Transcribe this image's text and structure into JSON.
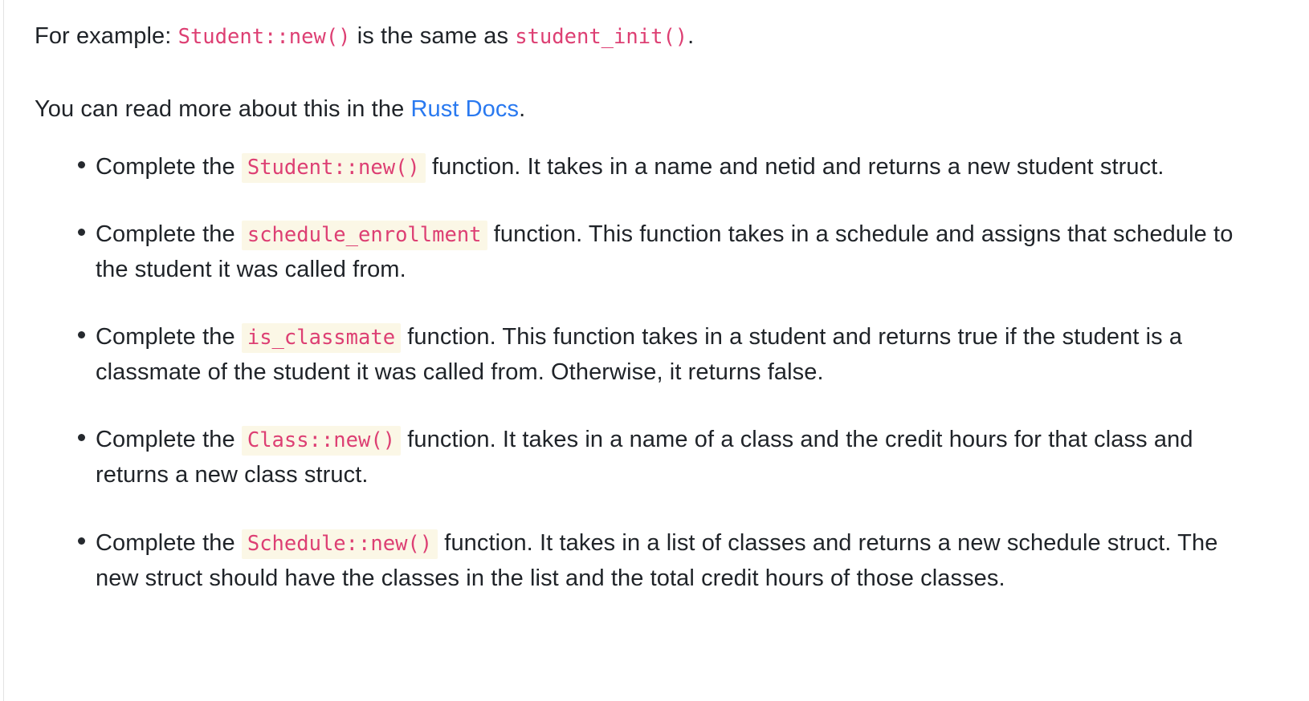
{
  "document": {
    "intro_paragraph": {
      "lead": "For example: ",
      "code_1": "Student::new()",
      "middle": " is the same as ",
      "code_2": "student_init()",
      "tail": "."
    },
    "docs_paragraph": {
      "lead": "You can read more about this in the ",
      "link_label": "Rust Docs",
      "tail": "."
    },
    "tasks": [
      {
        "lead": "Complete the ",
        "code": "Student::new()",
        "rest": " function. It takes in a name and netid and returns a new student struct."
      },
      {
        "lead": "Complete the ",
        "code": "schedule_enrollment",
        "rest": " function. This function takes in a schedule and assigns that schedule to the student it was called from."
      },
      {
        "lead": "Complete the ",
        "code": "is_classmate",
        "rest": " function. This function takes in a student and returns true if the student is a classmate of the student it was called from. Otherwise, it returns false."
      },
      {
        "lead": "Complete the ",
        "code": "Class::new()",
        "rest": " function. It takes in a name of a class and the credit hours for that class and returns a new class struct."
      },
      {
        "lead": "Complete the ",
        "code": "Schedule::new()",
        "rest": " function. It takes in a list of classes and returns a new schedule struct. The new struct should have the classes in the list and the total credit hours of those classes."
      }
    ]
  },
  "colors": {
    "body_text": "#1f2328",
    "inline_code_text": "#dd3f73",
    "inline_code_chip_bg": "#fbf7e6",
    "link": "#2979f0",
    "page_bg": "#ffffff",
    "left_rule": "#e3e3e3"
  }
}
